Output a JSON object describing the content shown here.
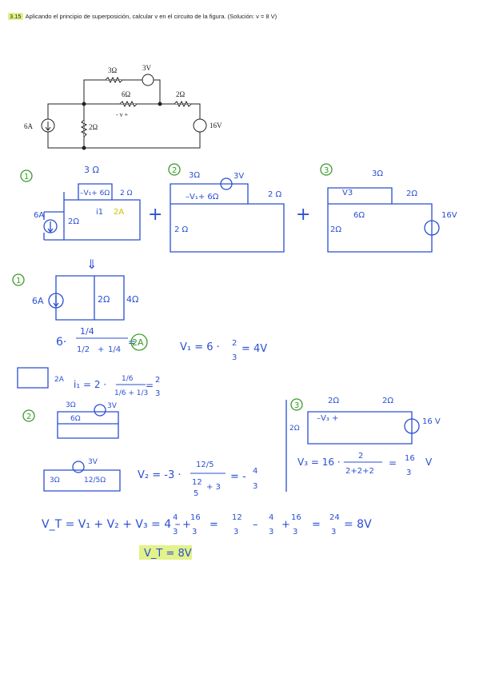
{
  "problem": {
    "number": "3.15",
    "statement": "Aplicando el principio de superposición, calcular v en el circuito de la figura. (Solución: v = 8 V)"
  },
  "figure": {
    "r_top": "3Ω",
    "src_top": "3V",
    "r_mid": "6Ω",
    "r_right": "2Ω",
    "r_left": "2Ω",
    "src_current": "6A",
    "src_voltage": "16V",
    "v_label": "-   v   +"
  },
  "step1": {
    "label": "1",
    "r_top": "3 Ω",
    "v1": "–V₁+ 6Ω",
    "r_right": "2 Ω",
    "i1": "i1",
    "i1_val": "2A",
    "src": "6A",
    "r_left": "2Ω"
  },
  "step2": {
    "label": "2",
    "r_top": "3Ω",
    "src": "3V",
    "v1": "–V₁+ 6Ω",
    "r_right": "2 Ω",
    "r_left": "2 Ω"
  },
  "step3": {
    "label": "3",
    "r_top": "3Ω",
    "v3": "V3",
    "r_mid": "6Ω",
    "r_right": "2Ω",
    "src": "16V",
    "r_left": "2Ω"
  },
  "plus": "+",
  "arrow": "⇓",
  "simp1": {
    "label": "1",
    "src": "6A",
    "r1": "2Ω",
    "r2": "4Ω"
  },
  "eq1": {
    "lead": "6·",
    "num": "1/4",
    "den1": "1/2",
    "den2": "+",
    "den3": "1/4",
    "equals": "=",
    "result": "2A",
    "v1": "V₁ = 6 · ",
    "v1_frac_num": "2",
    "v1_frac_den": "3",
    "v1_res": "= 4V"
  },
  "eq_i1": {
    "src": "2A",
    "lead": "i₁ = 2 ·",
    "num": "1/6",
    "den": "1/6 + 1/3",
    "eq": "=",
    "res_num": "2",
    "res_den": "3"
  },
  "step2b": {
    "label": "2",
    "r_top": "3Ω",
    "src": "3V",
    "r_mid": "6Ω",
    "eq_r1": "3Ω",
    "eq_r2": "12/5Ω",
    "eq_src": "3V"
  },
  "eq_v2": {
    "lead": "V₂ = -3 ·",
    "num": "12/5",
    "den_a": "12",
    "den_b": "5",
    "den_c": "+ 3",
    "eq": "= -",
    "res_num": "4",
    "res_den": "3"
  },
  "step3b": {
    "label": "3",
    "r1": "2Ω",
    "r2": "2Ω",
    "v3": "–V₃ +",
    "r_left": "2Ω",
    "src": "16 V"
  },
  "eq_v3": {
    "lead": "V₃ = 16 ·",
    "num": "2",
    "den": "2+2+2",
    "eq": "=",
    "res_num": "16",
    "res_den": "3",
    "unit": "V"
  },
  "final": {
    "lead": "V_T = V₁ + V₂ + V₃ = 4 –",
    "f1n": "4",
    "f1d": "3",
    "plus1": "+",
    "f2n": "16",
    "f2d": "3",
    "eq1": "=",
    "f3n": "12",
    "f3d": "3",
    "minus": "–",
    "f4n": "4",
    "f4d": "3",
    "plus2": "+",
    "f5n": "16",
    "f5d": "3",
    "eq2": "=",
    "f6n": "24",
    "f6d": "3",
    "res": "= 8V",
    "boxed": "V_T = 8V"
  },
  "colors": {
    "blue": "#2a4fd1",
    "green": "#3a9a2a",
    "highlight": "#e3f28a",
    "yellow": "#d6d800"
  }
}
